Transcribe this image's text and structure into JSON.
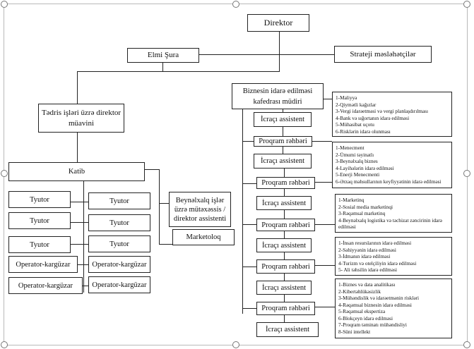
{
  "director": "Direktor",
  "scientific_council": "Elmi Şura",
  "strategic_advisors": "Strateji məsləhətçilər",
  "dept_head": [
    "Biznesin idarə edilməsi",
    "kafedrası müdiri"
  ],
  "deputy_director": [
    "Tədris işləri üzrə direktor",
    "müavini"
  ],
  "secretary": "Katib",
  "intl_specialist": [
    "Beynəlxalq işlər",
    "üzrə mütəxəssis /",
    "direktor assistenti"
  ],
  "marketer": "Marketoloq",
  "tutor_label": "Tyutor",
  "operator_label": "Operator-kargüzar",
  "exec_assistant_label": "İcraçı assistent",
  "program_head_label": "Proqram rəhbəri",
  "programs": [
    {
      "items": [
        "1-Maliyyə",
        "2-Qiymətli kağızlar",
        "3-Vergi idarəetməsi və vergi planlaşdırılması",
        "4-Bank və sığortanın idarə edilməsi",
        "5-Mühasibat uçotu",
        "6-Risklərin idarə olunması"
      ]
    },
    {
      "items": [
        "1-Menecment",
        "2-Ümumi təyinatlı",
        "3-Beynəlxalq biznes",
        "4-Layihələrin idarə edilməsi",
        "5-Enerji Menecmenti",
        "6-Ərzaq məhsullarının keyfiyyətinin idarə edilməsi"
      ]
    },
    {
      "items": [
        "1-Marketinq",
        "2-Sosial media marketinqi",
        "3-Rəqəmsal marketinq",
        "4-Beynəlxalq logistika və təchizat zəncirinin idarə",
        "edilməsi"
      ]
    },
    {
      "items": [
        "1-İnsan resurslarının idarə edilməsi",
        "2-Səhiyyənin idarə edilməsi",
        "3-İdmanın idarə edilməsi",
        "4-Turizm və otelçiliyin idarə edilməsi",
        "5- Ali təhsilin idarə edilməsi"
      ]
    },
    {
      "items": [
        "1-Biznes və data analitikası",
        "2-Kibertəhlükəsizlik",
        "3-Mühəndislik və idarəetmənin riskləri",
        "4-Rəqəmsal biznesin idarə edilməsi",
        "5-Rəqəmsal ekspertiza",
        "6-Blokçeyn idarə edilməsi",
        "7-Proqram təminatı mühəndisliyi",
        "8-Süni intellekt"
      ]
    }
  ]
}
